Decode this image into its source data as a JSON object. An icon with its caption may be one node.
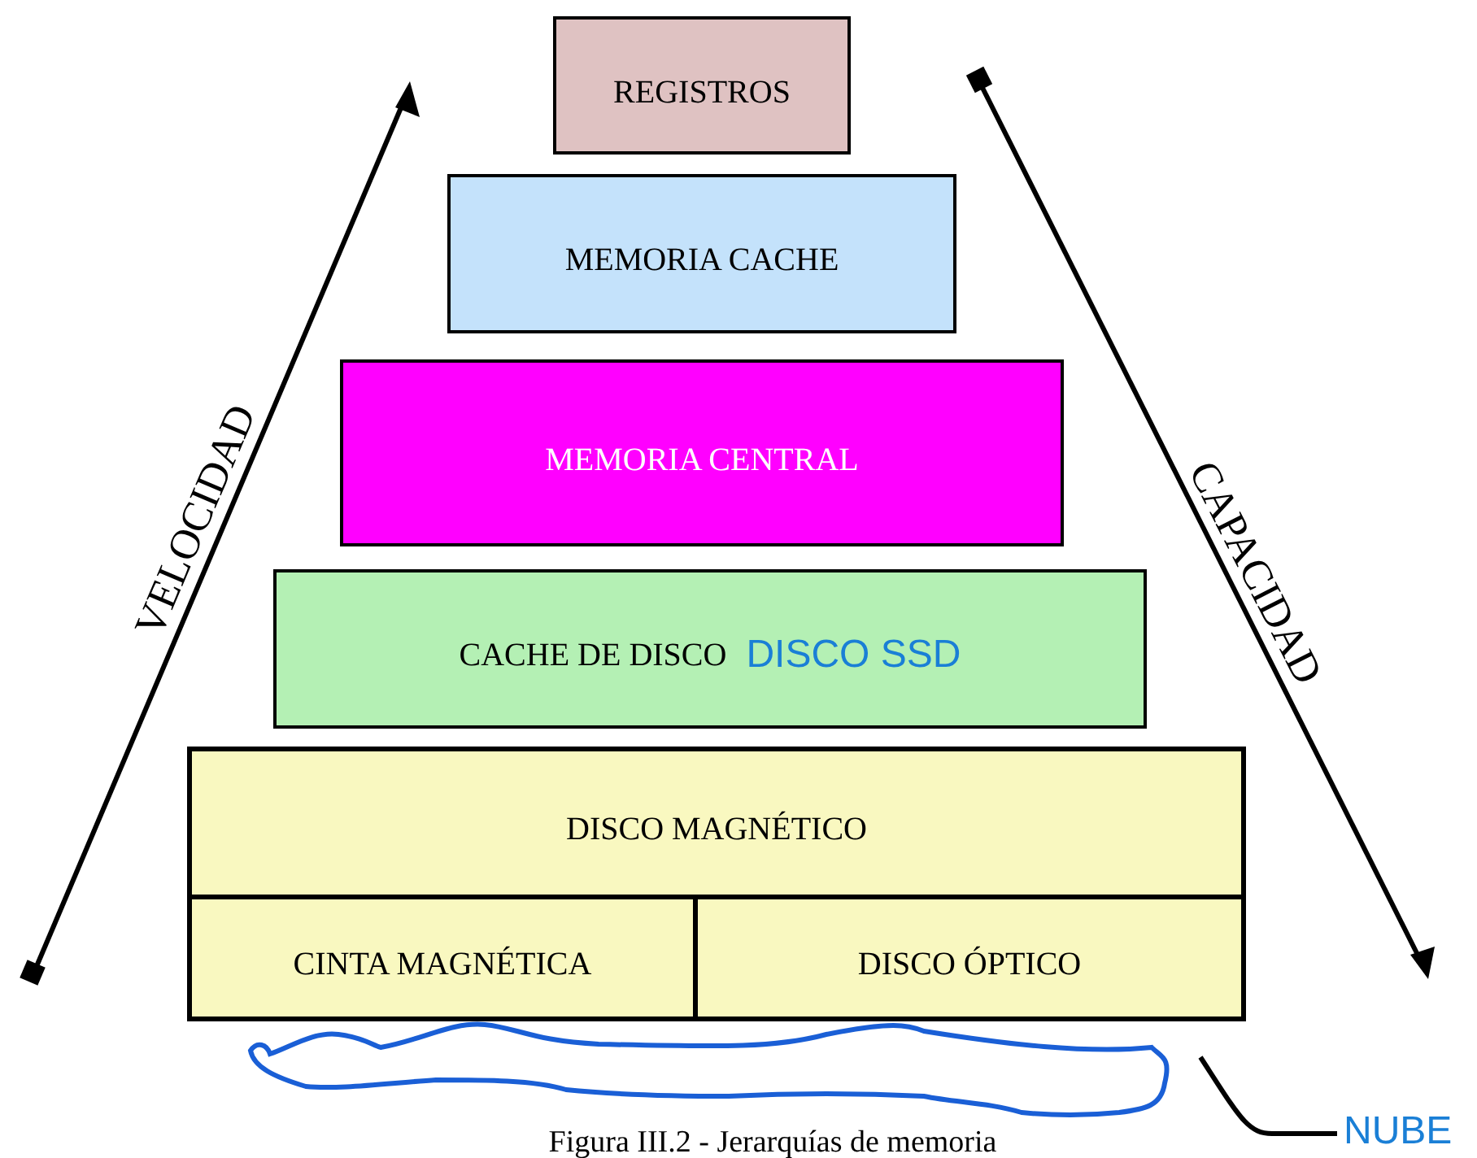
{
  "diagram": {
    "caption": "Figura III.2 - Jerarquías de memoria",
    "nodes": [
      {
        "text": [
          "REGISTROS"
        ]
      },
      {
        "text": [
          "MEMORIA CACHE"
        ]
      },
      {
        "text": [
          "MEMORIA CENTRAL"
        ]
      },
      {
        "text": [
          "CACHE DE DISCO",
          "DISCO SSD"
        ]
      },
      {
        "text": [
          "DISCO MAGNÉTICO"
        ]
      },
      {
        "text": [
          "CINTA MAGNÉTICA"
        ]
      },
      {
        "text": [
          "DISCO ÓPTICO"
        ]
      },
      {
        "text": [],
        "shape": "cloud"
      },
      {
        "text": [
          "NUBE"
        ]
      }
    ],
    "edges": [
      {
        "from": 8,
        "to": 7,
        "arrow": "none"
      }
    ],
    "labels": [
      "VELOCIDAD",
      "CAPACIDAD"
    ]
  }
}
